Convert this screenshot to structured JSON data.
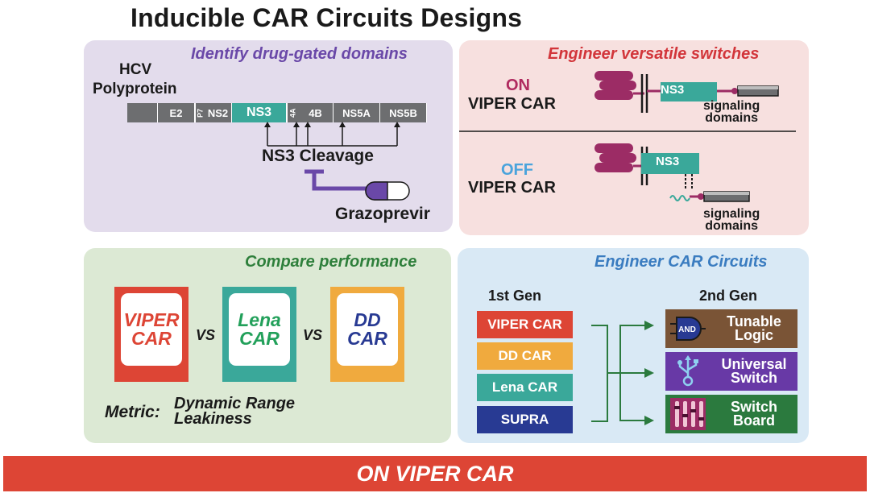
{
  "title": "Inducible CAR Circuits Designs",
  "colors": {
    "purple": "#6a48a8",
    "red": "#d2353a",
    "green": "#2e7f3b",
    "blue": "#3a7cc0",
    "magenta": "#9c2c65",
    "teal": "#3aa89a",
    "gray": "#6d6e70",
    "orange": "#f0aa3e",
    "navy": "#283a93",
    "brown": "#7a5436",
    "violet": "#6839a6",
    "darkgreen": "#2b7a3e"
  },
  "panel_drug": {
    "title": "Identify drug-gated domains",
    "hcv_label_1": "HCV",
    "hcv_label_2": "Polyprotein",
    "segments": [
      "",
      "E2",
      "P7",
      "NS2",
      "NS3",
      "4A",
      "4B",
      "NS5A",
      "NS5B"
    ],
    "cleavage_label": "NS3 Cleavage",
    "drug_label": "Grazoprevir"
  },
  "panel_switch": {
    "title": "Engineer versatile switches",
    "on_word": "ON",
    "on_name": "VIPER CAR",
    "off_word": "OFF",
    "off_name": "VIPER CAR",
    "ns3_label": "NS3",
    "signaling_1": "signaling",
    "signaling_2": "domains"
  },
  "panel_compare": {
    "title": "Compare performance",
    "cards": [
      {
        "line1": "VIPER",
        "line2": "CAR"
      },
      {
        "line1": "Lena",
        "line2": "CAR"
      },
      {
        "line1": "DD",
        "line2": "CAR"
      }
    ],
    "vs": "VS",
    "metric_label": "Metric:",
    "metric_1": "Dynamic Range",
    "metric_2": "Leakiness"
  },
  "panel_circuits": {
    "title": "Engineer CAR Circuits",
    "gen1_header": "1st Gen",
    "gen2_header": "2nd Gen",
    "gen1_items": [
      "VIPER CAR",
      "DD CAR",
      "Lena CAR",
      "SUPRA"
    ],
    "gen2_items": [
      {
        "line1": "Tunable",
        "line2": "Logic",
        "icon": "and-gate-icon",
        "icon_text": "AND"
      },
      {
        "line1": "Universal",
        "line2": "Switch",
        "icon": "usb-icon"
      },
      {
        "line1": "Switch",
        "line2": "Board",
        "icon": "switchboard-icon"
      }
    ]
  },
  "footer": "ON VIPER CAR"
}
